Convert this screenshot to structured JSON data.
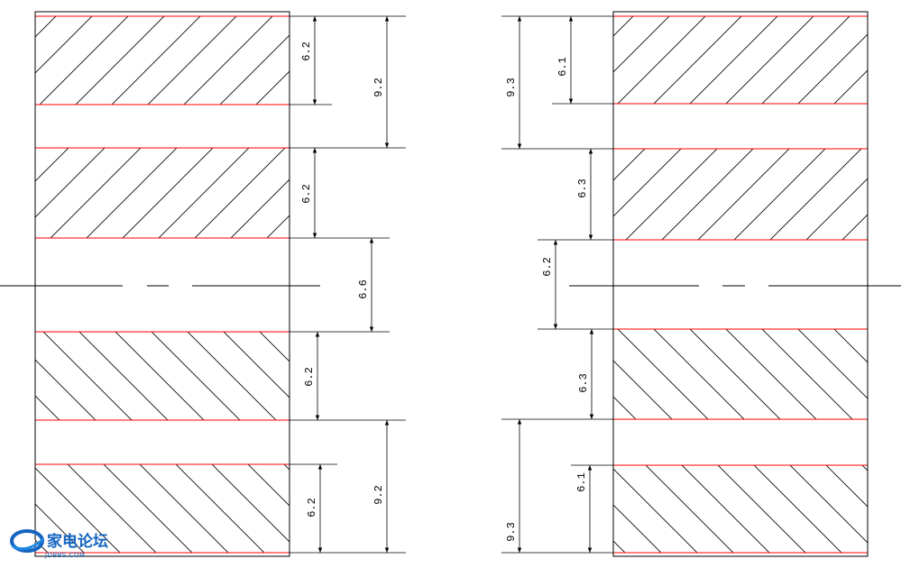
{
  "drawing": {
    "left_section": {
      "labels": {
        "d1": "6.2",
        "d2": "9.2",
        "d3": "6.2",
        "d4": "6.6",
        "d5": "6.2",
        "d6": "6.2",
        "d7": "9.2"
      }
    },
    "right_section": {
      "labels": {
        "d1": "6.1",
        "d2": "9.3",
        "d3": "6.3",
        "d4": "6.2",
        "d5": "6.3",
        "d6": "6.1",
        "d7": "9.3"
      }
    },
    "colors": {
      "outline": "#000000",
      "layer_line": "#ff0000",
      "hatch": "#000000"
    }
  },
  "watermark": {
    "name": "家电论坛",
    "site": "JDBBS.COM"
  }
}
